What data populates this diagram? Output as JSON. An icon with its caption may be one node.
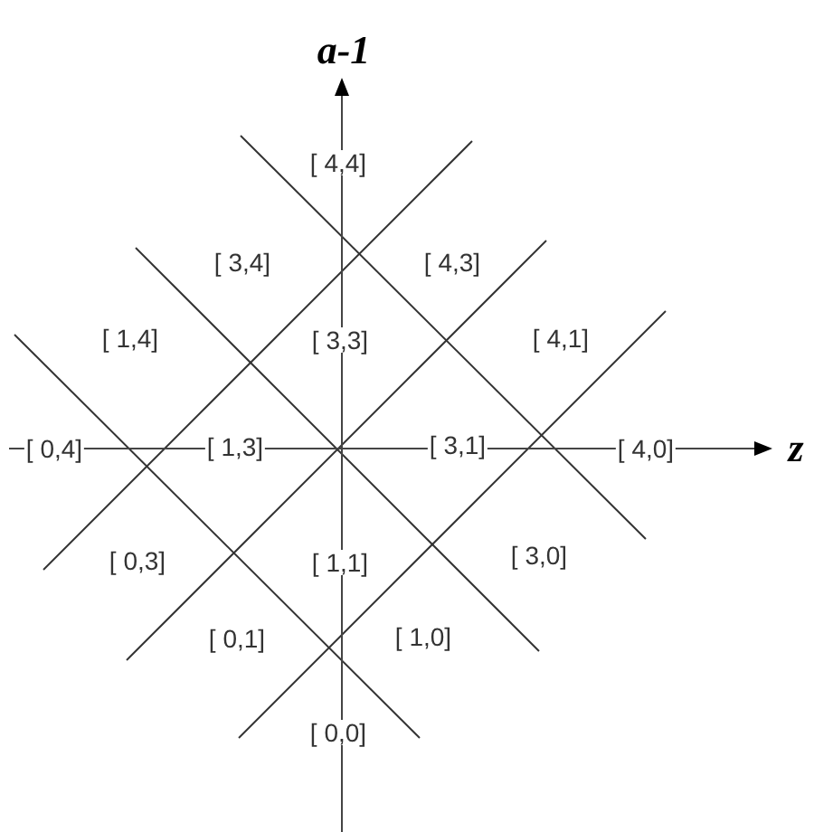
{
  "diagram": {
    "labels": [
      "a-1",
      "[ 4,4]",
      "[ 3,4]",
      "[ 4,3]",
      "[ 1,4]",
      "[ 3,3]",
      "[ 4,1]",
      "[ 0,4]",
      "[ 1,3]",
      "[ 3,1]",
      "[ 4,0]",
      "z",
      "[ 0,3]",
      "[ 1,1]",
      "[ 3,0]",
      "[ 0,1]",
      "[ 1,0]",
      "[ 0,0]"
    ]
  }
}
